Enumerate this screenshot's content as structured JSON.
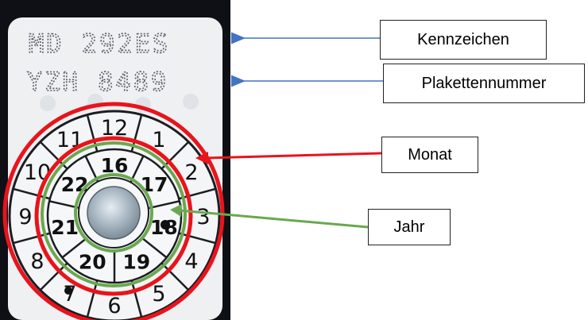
{
  "plate": {
    "registration": "MD 292ES",
    "sticker_number": "YZH 8489"
  },
  "disc": {
    "months": [
      "12",
      "1",
      "2",
      "3",
      "4",
      "5",
      "6",
      "7",
      "8",
      "9",
      "10",
      "11"
    ],
    "years": [
      "16",
      "17",
      "18",
      "19",
      "20",
      "21",
      "22"
    ]
  },
  "callouts": {
    "kennzeichen": "Kennzeichen",
    "plakettennummer": "Plakettennummer",
    "monat": "Monat",
    "jahr": "Jahr"
  },
  "colors": {
    "month_ring": "#e8141c",
    "year_ring": "#6aa84f",
    "arrow_blue": "#4472c4",
    "sticker_bg": "#0e1016"
  }
}
